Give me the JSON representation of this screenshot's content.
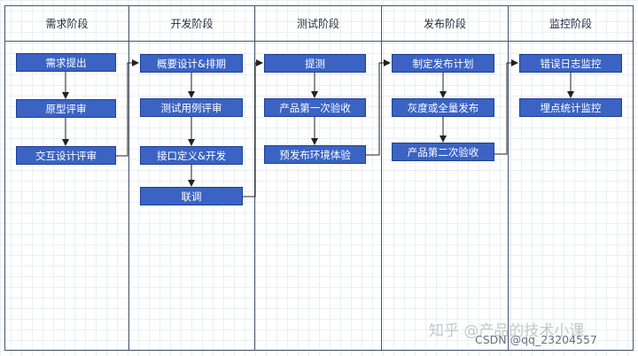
{
  "stages": [
    {
      "title": "需求阶段",
      "steps": [
        "需求提出",
        "原型评审",
        "交互设计评审"
      ]
    },
    {
      "title": "开发阶段",
      "steps": [
        "概要设计&排期",
        "测试用例评审",
        "接口定义&开发",
        "联调"
      ]
    },
    {
      "title": "测试阶段",
      "steps": [
        "提测",
        "产品第一次验收",
        "预发布环境体验"
      ]
    },
    {
      "title": "发布阶段",
      "steps": [
        "制定发布计划",
        "灰度或全量发布",
        "产品第二次验收"
      ]
    },
    {
      "title": "监控阶段",
      "steps": [
        "错误日志监控",
        "埋点统计监控"
      ]
    }
  ],
  "watermark": "知乎 @产品的技术小课",
  "credit": "CSDN @qq_23204557",
  "colors": {
    "node": "#3a63c3",
    "node_border": "#1f3f8f",
    "lane_border": "#44546a",
    "arrow": "#222222"
  }
}
